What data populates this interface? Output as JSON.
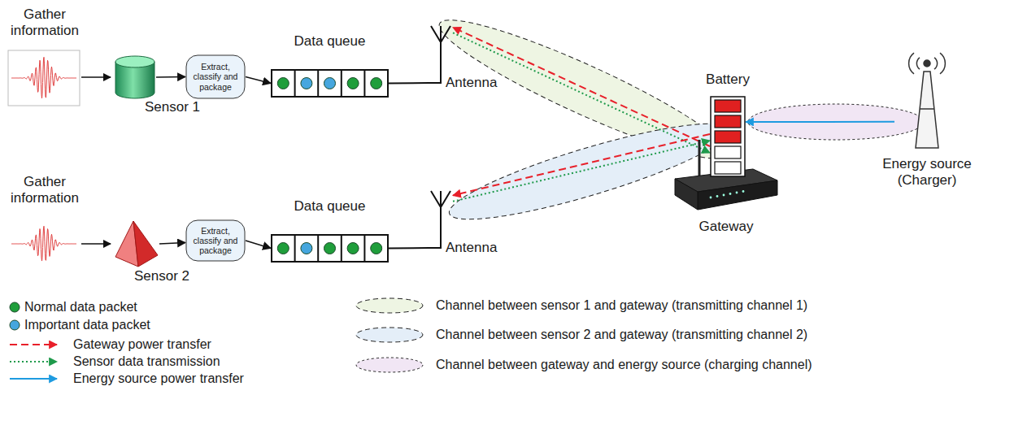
{
  "diagram": {
    "nodes": [
      {
        "text": [
          "Sensor 1"
        ]
      },
      {
        "text": [
          "Extract, classify and package"
        ]
      },
      {
        "text": [
          "Data queue"
        ]
      },
      {
        "text": [
          "Antenna"
        ]
      },
      {
        "text": [
          "Gateway"
        ]
      },
      {
        "text": [
          "Battery"
        ],
        "in": 4
      },
      {
        "text": [
          "Energy source (Charger)"
        ]
      },
      {
        "text": [
          "Sensor 2"
        ]
      },
      {
        "text": [
          "Extract, classify and package"
        ]
      },
      {
        "text": [
          "Data queue"
        ]
      },
      {
        "text": [
          "Antenna"
        ]
      }
    ],
    "edges": [
      {
        "from": 0,
        "to": 1,
        "arrow": "to"
      },
      {
        "from": 1,
        "to": 2,
        "arrow": "to"
      },
      {
        "from": 2,
        "to": 3,
        "arrow": "none"
      },
      {
        "from": 3,
        "to": 5,
        "arrow": "to"
      },
      {
        "from": 5,
        "to": 3,
        "arrow": "to"
      },
      {
        "from": 6,
        "to": 5,
        "arrow": "to"
      },
      {
        "from": 7,
        "to": 8,
        "arrow": "to"
      },
      {
        "from": 8,
        "to": 9,
        "arrow": "to"
      },
      {
        "from": 9,
        "to": 10,
        "arrow": "none"
      },
      {
        "from": 10,
        "to": 5,
        "arrow": "to"
      },
      {
        "from": 5,
        "to": 10,
        "arrow": "to"
      }
    ],
    "labels": [
      "Gather information",
      "Gather information"
    ],
    "legend": [
      {
        "text": "Normal data packet",
        "color": "#1f9e3b"
      },
      {
        "text": "Important data packet",
        "color": "#45a6de"
      },
      {
        "text": "Gateway power transfer"
      },
      {
        "text": "Sensor data transmission"
      },
      {
        "text": "Energy source power transfer"
      },
      {
        "text": "Channel between sensor 1 and gateway (transmitting channel 1)"
      },
      {
        "text": "Channel between sensor 2 and gateway (transmitting channel 2)"
      },
      {
        "text": "Channel between gateway and energy source (charging channel)"
      }
    ]
  }
}
